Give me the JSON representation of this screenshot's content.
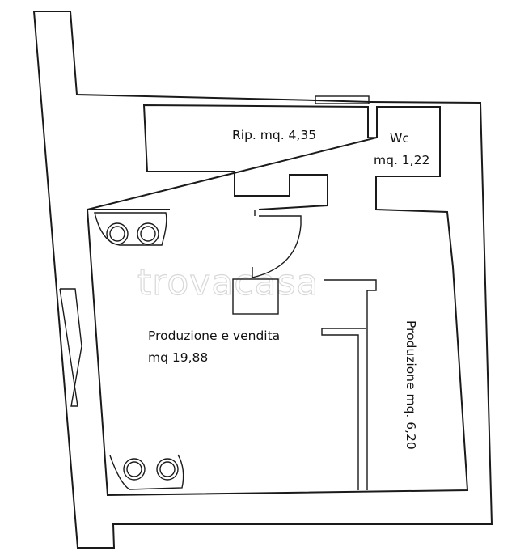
{
  "rooms": {
    "storage": {
      "name": "Rip. mq. 4,35"
    },
    "wc": {
      "name": "Wc",
      "area": "mq.  1,22"
    },
    "production_sales": {
      "name": "Produzione e  vendita",
      "area": "mq 19,88"
    },
    "production": {
      "name": "Produzione mq. 6,20"
    }
  },
  "watermark": {
    "text": "trovacasa"
  }
}
